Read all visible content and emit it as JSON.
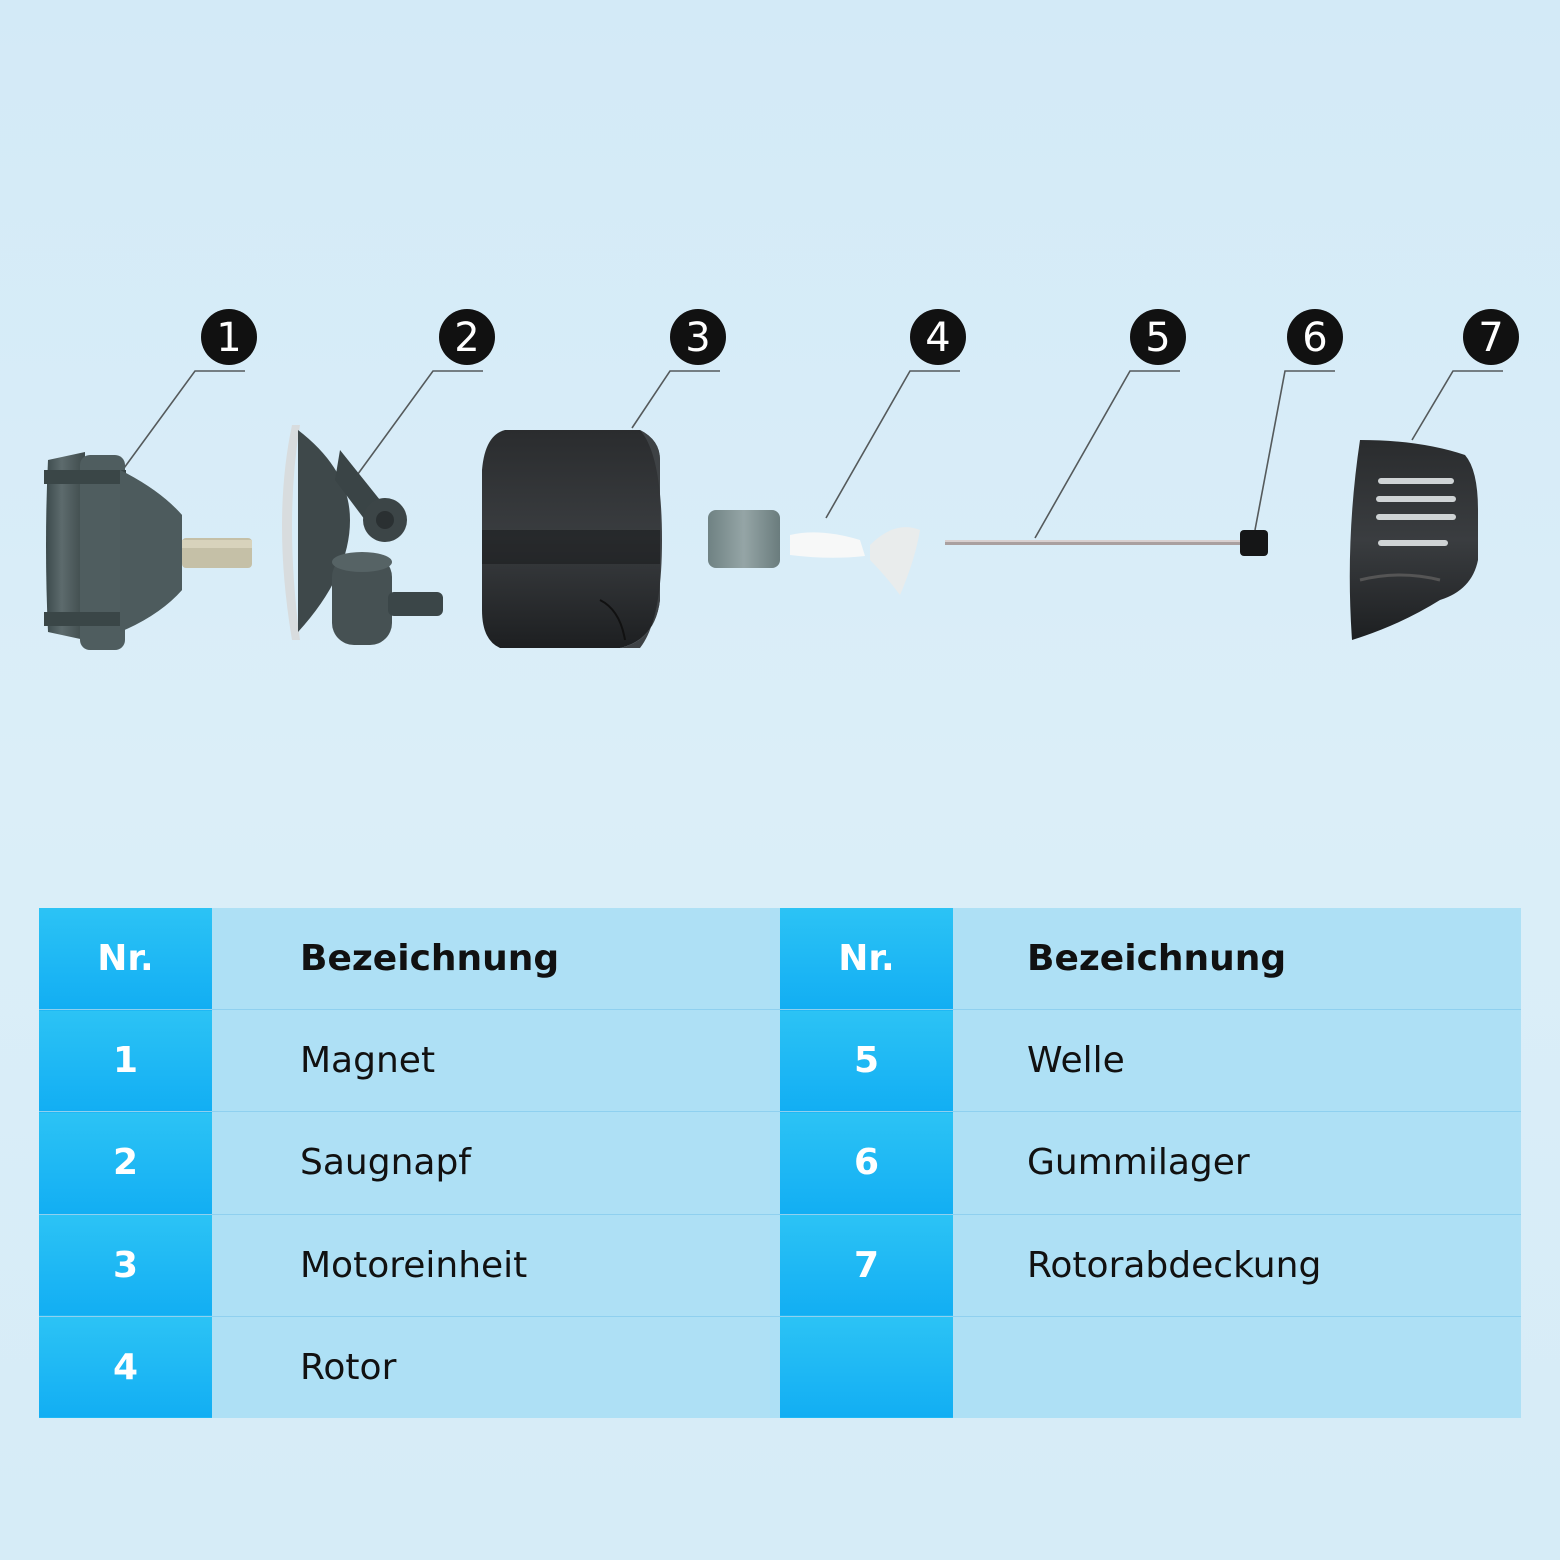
{
  "callouts": [
    {
      "n": "1"
    },
    {
      "n": "2"
    },
    {
      "n": "3"
    },
    {
      "n": "4"
    },
    {
      "n": "5"
    },
    {
      "n": "6"
    },
    {
      "n": "7"
    }
  ],
  "colors": {
    "background": "#d6ecf7",
    "number_column": "#1aa9f0",
    "name_column": "#aee0f5",
    "callout_badge": "#111111",
    "part_dark": "#222426",
    "part_grey": "#4e5a5c"
  },
  "table": {
    "header": {
      "nr": "Nr.",
      "name": "Bezeichnung"
    },
    "rows": [
      {
        "left_nr": "1",
        "left_name": "Magnet",
        "right_nr": "5",
        "right_name": "Welle"
      },
      {
        "left_nr": "2",
        "left_name": "Saugnapf",
        "right_nr": "6",
        "right_name": "Gummilager"
      },
      {
        "left_nr": "3",
        "left_name": "Motoreinheit",
        "right_nr": "7",
        "right_name": "Rotorabdeckung"
      },
      {
        "left_nr": "4",
        "left_name": "Rotor",
        "right_nr": "",
        "right_name": ""
      }
    ]
  }
}
